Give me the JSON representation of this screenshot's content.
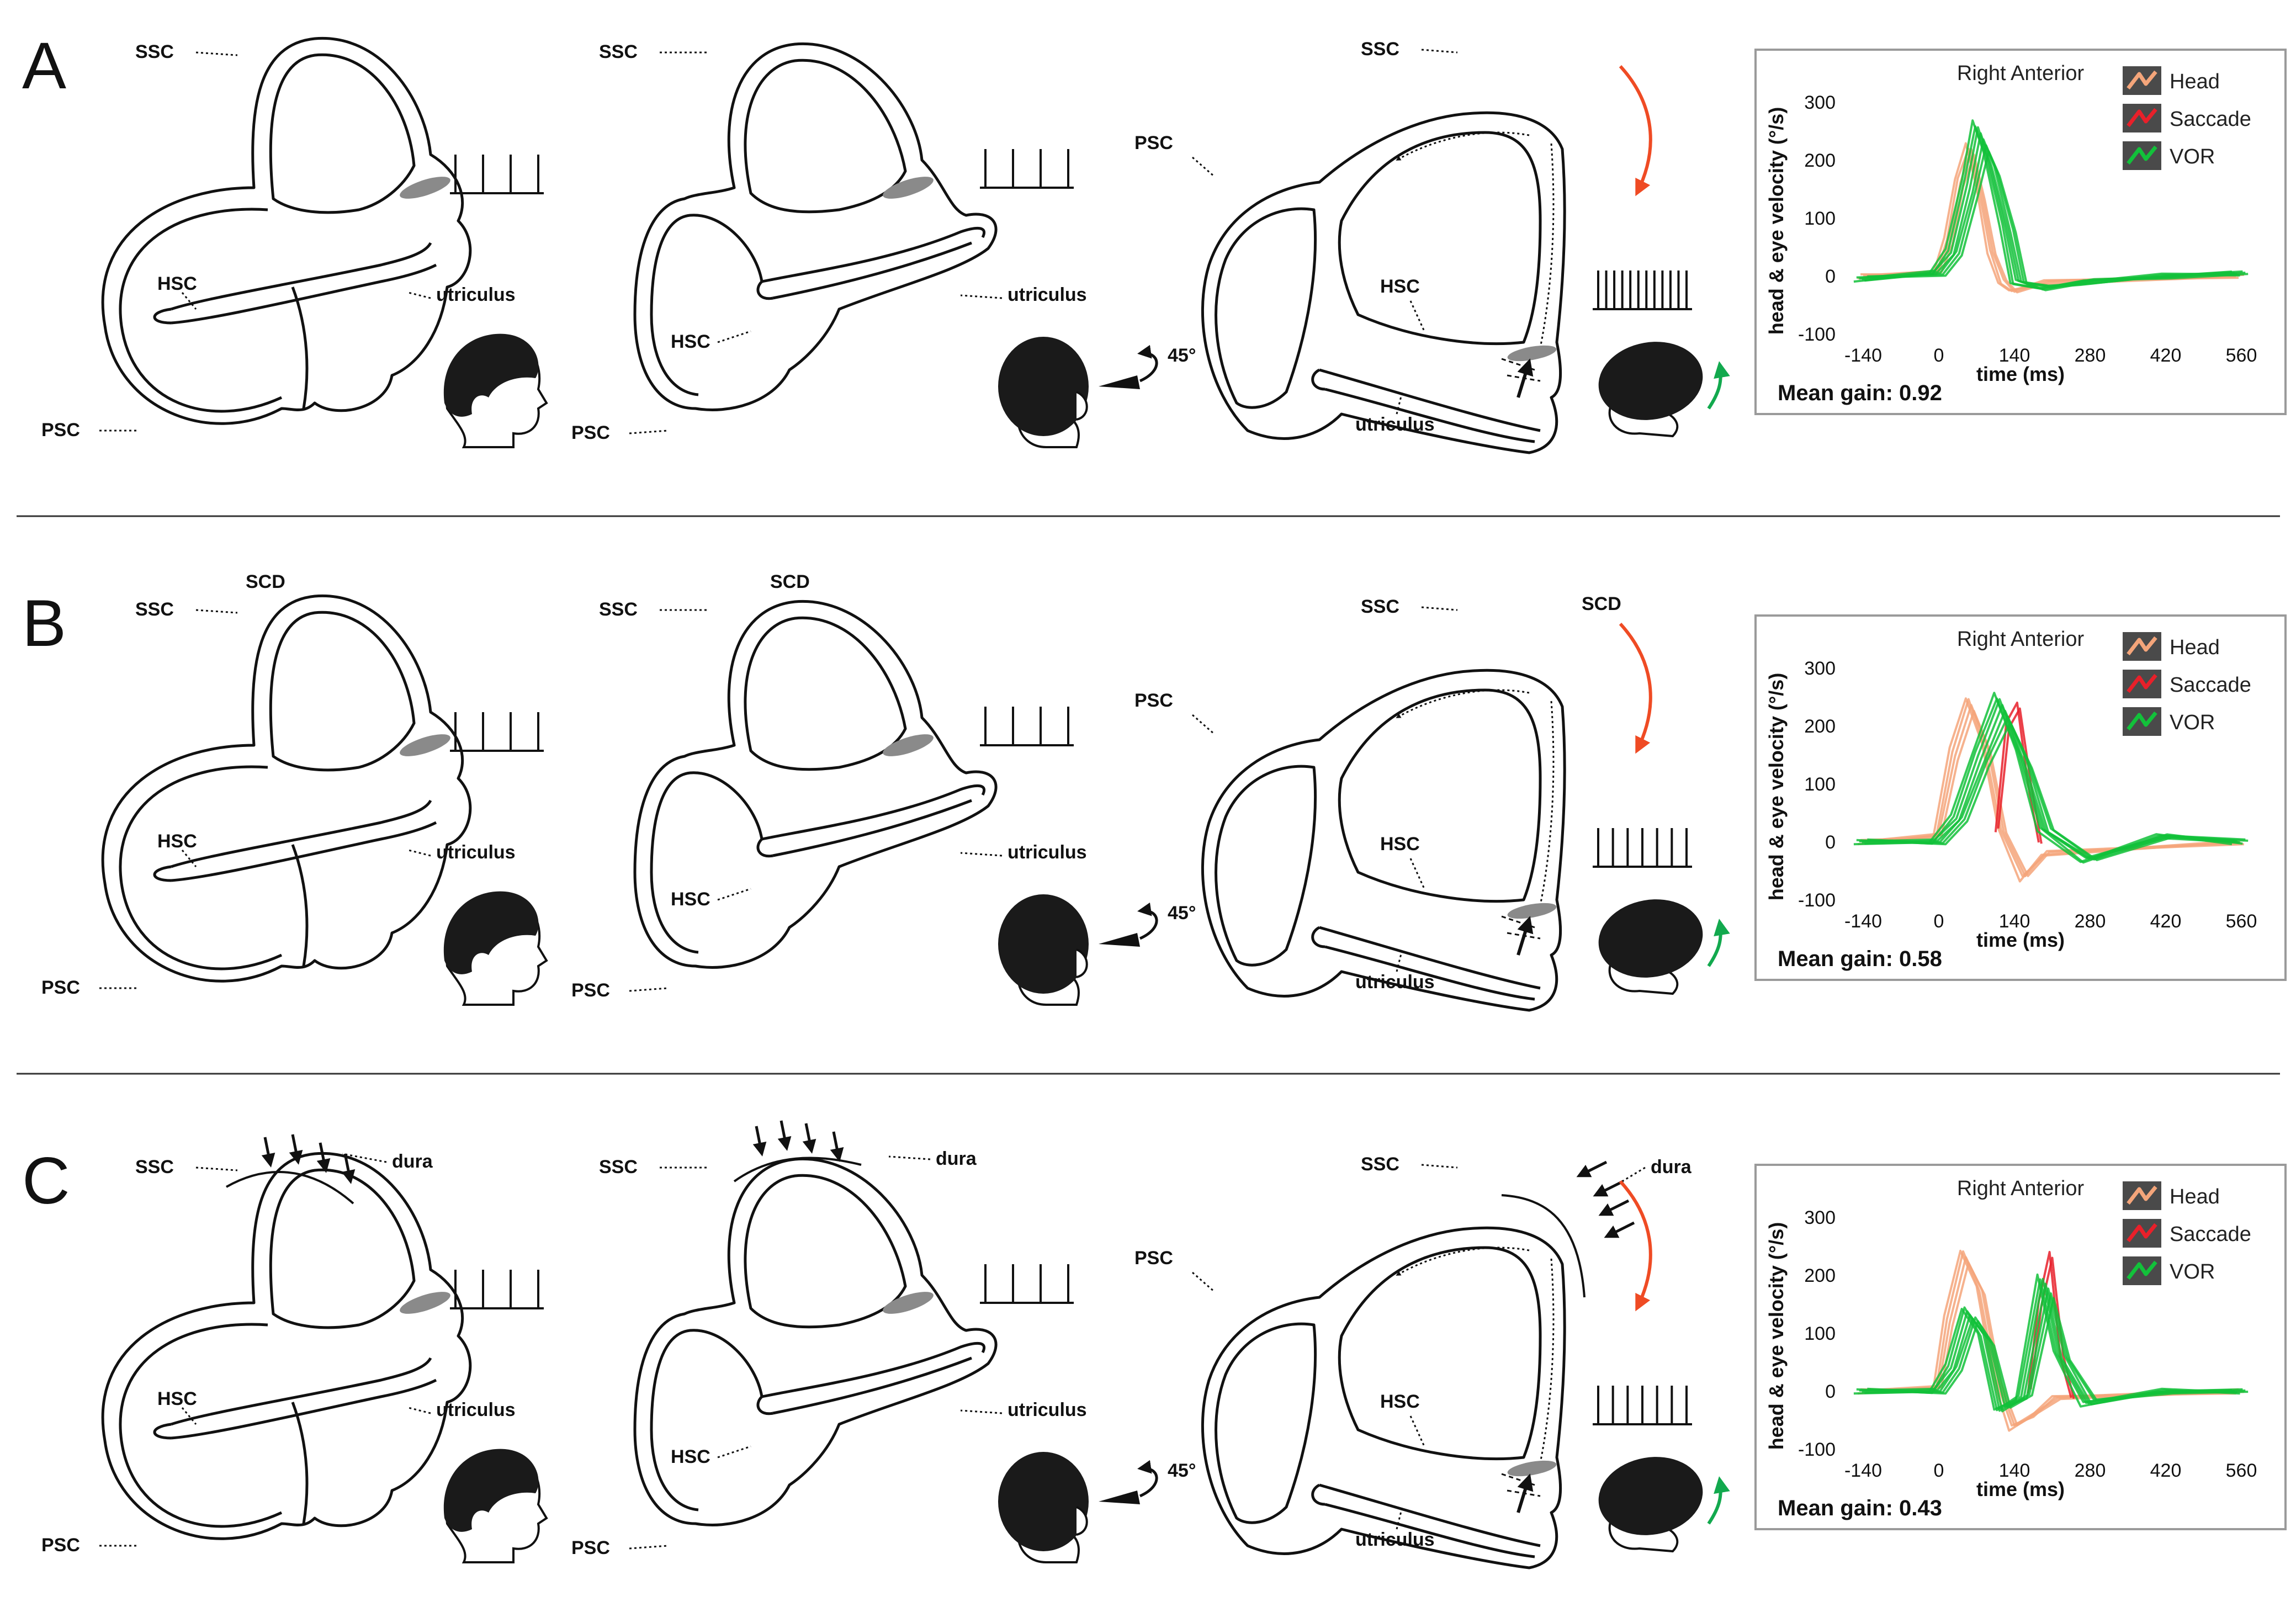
{
  "panels": [
    {
      "letter": "A",
      "labels": {
        "d1": [
          "SSC",
          "HSC",
          "PSC",
          "utriculus"
        ],
        "d2": [
          "SSC",
          "HSC",
          "PSC",
          "utriculus"
        ],
        "d3": [
          "SSC",
          "PSC",
          "HSC",
          "utriculus"
        ]
      },
      "rotation": "45°",
      "plot": {
        "title": "Right Anterior",
        "gain": "Mean gain: 0.92"
      }
    },
    {
      "letter": "B",
      "labels": {
        "d1": [
          "SCD",
          "SSC",
          "HSC",
          "PSC",
          "utriculus"
        ],
        "d2": [
          "SCD",
          "SSC",
          "HSC",
          "PSC",
          "utriculus"
        ],
        "d3": [
          "SSC",
          "SCD",
          "PSC",
          "HSC",
          "utriculus"
        ]
      },
      "rotation": "45°",
      "plot": {
        "title": "Right Anterior",
        "gain": "Mean gain: 0.58"
      }
    },
    {
      "letter": "C",
      "labels": {
        "d1": [
          "dura",
          "SSC",
          "HSC",
          "PSC",
          "utriculus"
        ],
        "d2": [
          "dura",
          "SSC",
          "HSC",
          "PSC",
          "utriculus"
        ],
        "d3": [
          "SSC",
          "dura",
          "PSC",
          "HSC",
          "utriculus"
        ]
      },
      "rotation": "45°",
      "plot": {
        "title": "Right Anterior",
        "gain": "Mean gain: 0.43"
      }
    }
  ],
  "legend": [
    {
      "name": "Head",
      "color": "#f4a57a"
    },
    {
      "name": "Saccade",
      "color": "#e8202a"
    },
    {
      "name": "VOR",
      "color": "#12c13a"
    }
  ],
  "axes": {
    "ylabel": "head & eye velocity (°/s)",
    "xlabel": "time (ms)",
    "xticks": [
      "-140",
      "0",
      "140",
      "280",
      "420",
      "560"
    ],
    "yticks": [
      "300",
      "200",
      "100",
      "0",
      "-100"
    ]
  },
  "colors": {
    "rotation_arrow": "#ef4b24",
    "pitch_arrow": "#12a94e",
    "canal_line": "#111111",
    "cupula": "#8a8a8a",
    "head": "#1a1a1a"
  },
  "chart_data": [
    {
      "type": "line",
      "title": "Right Anterior",
      "xlabel": "time (ms)",
      "ylabel": "head & eye velocity (°/s)",
      "xlim": [
        -140,
        560
      ],
      "ylim": [
        -100,
        300
      ],
      "mean_gain": 0.92,
      "series": [
        {
          "name": "Head",
          "x": [
            -140,
            0,
            20,
            40,
            60,
            80,
            100,
            120,
            140,
            200,
            560
          ],
          "y": [
            0,
            5,
            60,
            160,
            215,
            140,
            40,
            -10,
            -25,
            -10,
            0
          ]
        },
        {
          "name": "VOR",
          "x": [
            -140,
            0,
            30,
            60,
            80,
            100,
            130,
            150,
            200,
            280,
            420,
            560
          ],
          "y": [
            -5,
            5,
            40,
            150,
            240,
            190,
            80,
            -10,
            -20,
            -10,
            0,
            5
          ]
        }
      ]
    },
    {
      "type": "line",
      "title": "Right Anterior",
      "xlabel": "time (ms)",
      "ylabel": "head & eye velocity (°/s)",
      "xlim": [
        -140,
        560
      ],
      "ylim": [
        -100,
        300
      ],
      "mean_gain": 0.58,
      "series": [
        {
          "name": "Head",
          "x": [
            -140,
            0,
            30,
            60,
            90,
            120,
            160,
            200,
            560
          ],
          "y": [
            0,
            10,
            150,
            235,
            160,
            20,
            -60,
            -20,
            0
          ]
        },
        {
          "name": "Saccade",
          "x": [
            110,
            130,
            150,
            170,
            190
          ],
          "y": [
            20,
            200,
            230,
            100,
            0
          ]
        },
        {
          "name": "VOR",
          "x": [
            -140,
            0,
            40,
            80,
            120,
            160,
            200,
            280,
            420,
            560
          ],
          "y": [
            0,
            0,
            40,
            140,
            230,
            140,
            20,
            -30,
            10,
            0
          ]
        }
      ]
    },
    {
      "type": "line",
      "title": "Right Anterior",
      "xlabel": "time (ms)",
      "ylabel": "head & eye velocity (°/s)",
      "xlim": [
        -140,
        560
      ],
      "ylim": [
        -100,
        300
      ],
      "mean_gain": 0.43,
      "series": [
        {
          "name": "Head",
          "x": [
            -140,
            0,
            20,
            50,
            80,
            110,
            140,
            180,
            220,
            560
          ],
          "y": [
            0,
            5,
            120,
            230,
            170,
            20,
            -60,
            -40,
            -10,
            0
          ]
        },
        {
          "name": "Saccade",
          "x": [
            170,
            190,
            210,
            230,
            250
          ],
          "y": [
            0,
            150,
            230,
            60,
            -10
          ]
        },
        {
          "name": "VOR",
          "x": [
            -140,
            0,
            30,
            60,
            90,
            120,
            160,
            200,
            230,
            280,
            420,
            560
          ],
          "y": [
            0,
            0,
            40,
            130,
            90,
            -30,
            -10,
            180,
            60,
            -20,
            0,
            0
          ]
        }
      ]
    }
  ]
}
